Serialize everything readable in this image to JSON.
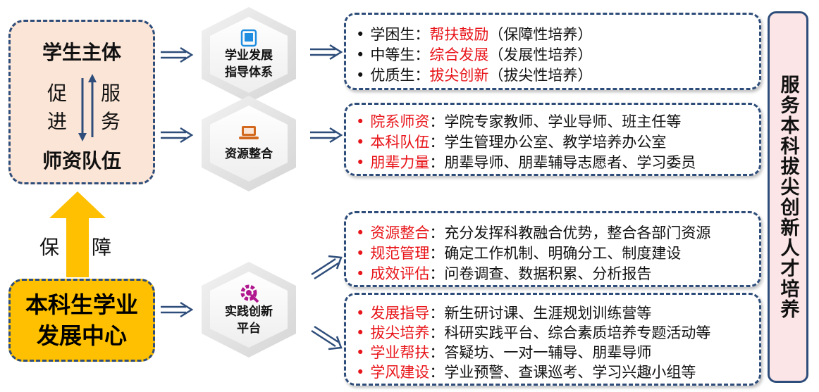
{
  "left": {
    "top_title": "学生主体",
    "bottom_title": "师资队伍",
    "promote_chars": [
      "促",
      "进"
    ],
    "serve_chars": [
      "服",
      "务"
    ],
    "support_chars": [
      "保",
      "障"
    ],
    "center_lines": [
      "本科生学业",
      "发展中心"
    ]
  },
  "hexes": [
    {
      "lines": [
        "学业发展",
        "指导体系"
      ],
      "icon": "tablet-icon"
    },
    {
      "lines": [
        "资源整合"
      ],
      "icon": "laptop-icon"
    },
    {
      "lines": [
        "实践创新",
        "平台"
      ],
      "icon": "gear-wrench-icon"
    }
  ],
  "panels": [
    {
      "bullet_color": "black",
      "rows": [
        {
          "a": "学困生：",
          "b": "帮扶鼓励",
          "c": "（保障性培养）"
        },
        {
          "a": "中等生：",
          "b": "综合发展",
          "c": "（发展性培养）"
        },
        {
          "a": "优质生：",
          "b": "拔尖创新",
          "c": "（拔尖性培养）"
        }
      ]
    },
    {
      "bullet_color": "red",
      "rows": [
        {
          "a": "",
          "b": "院系师资",
          "c": "：学院专家教师、学业导师、班主任等"
        },
        {
          "a": "",
          "b": "本科队伍",
          "c": "：学生管理办公室、教学培养办公室"
        },
        {
          "a": "",
          "b": "朋辈力量",
          "c": "：朋辈导师、朋辈辅导志愿者、学习委员"
        }
      ]
    },
    {
      "bullet_color": "red",
      "rows": [
        {
          "a": "",
          "b": "资源整合",
          "c": "：充分发挥科教融合优势，整合各部门资源"
        },
        {
          "a": "",
          "b": "规范管理",
          "c": "：确定工作机制、明确分工、制度建设"
        },
        {
          "a": "",
          "b": "成效评估",
          "c": "：问卷调查、数据积累、分析报告"
        }
      ]
    },
    {
      "bullet_color": "red",
      "rows": [
        {
          "a": "",
          "b": "发展指导",
          "c": "：新生研讨课、生涯规划训练营等"
        },
        {
          "a": "",
          "b": "拔尖培养",
          "c": "：科研实践平台、综合素质培养专题活动等"
        },
        {
          "a": "",
          "b": "学业帮扶",
          "c": "：答疑坊、一对一辅导、朋辈导师"
        },
        {
          "a": "",
          "b": "学风建设",
          "c": "：学业预警、查课巡考、学习兴趣小组等"
        }
      ]
    }
  ],
  "right_title": "服务本科拔尖创新人才培养",
  "colors": {
    "accent_red": "#e8151a",
    "border_blue": "#2e4d7a",
    "center_yellow": "#fec000",
    "peach": "#fbe5d6"
  }
}
